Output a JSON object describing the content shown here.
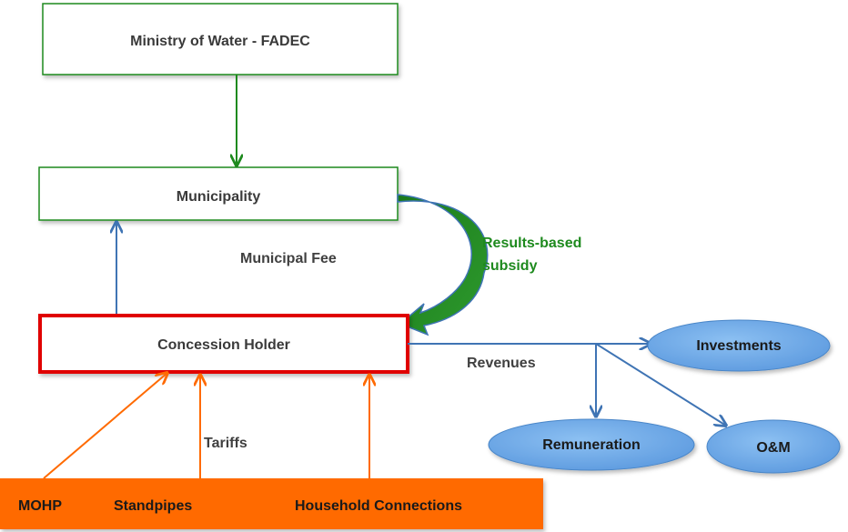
{
  "diagram": {
    "nodes": {
      "ministry": "Ministry of Water - FADEC",
      "municipality": "Municipality",
      "concession_holder": "Concession Holder",
      "investments": "Investments",
      "remuneration": "Remuneration",
      "om": "O&M"
    },
    "sources": {
      "mohp": "MOHP",
      "standpipes": "Standpipes",
      "household": "Household Connections"
    },
    "labels": {
      "municipal_fee": "Municipal Fee",
      "results_based_line1": "Results-based",
      "results_based_line2": "subsidy",
      "revenues": "Revenues",
      "tariffs": "Tariffs"
    },
    "colors": {
      "green": "#1e8a1e",
      "blue": "#3f74b4",
      "orange": "#ff6a00",
      "red": "#e00000",
      "ellipse_fill": "#6aa6e6"
    }
  }
}
